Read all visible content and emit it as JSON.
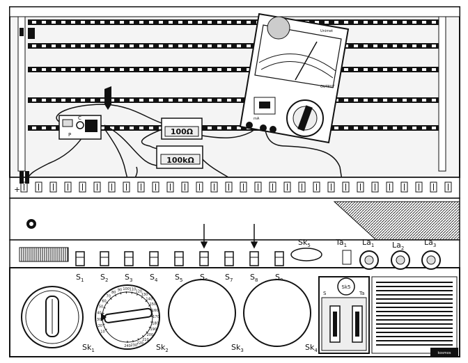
{
  "figure": {
    "resistors": [
      "100Ω",
      "100kΩ"
    ],
    "switches": [
      {
        "main": "S",
        "sub": "1"
      },
      {
        "main": "S",
        "sub": "2"
      },
      {
        "main": "S",
        "sub": "3"
      },
      {
        "main": "S",
        "sub": "4"
      },
      {
        "main": "S",
        "sub": "5"
      },
      {
        "main": "S",
        "sub": "6"
      },
      {
        "main": "S",
        "sub": "7"
      },
      {
        "main": "S",
        "sub": "8"
      },
      {
        "main": "S",
        "sub": "9"
      }
    ],
    "indicator_labels": [
      {
        "main": "Sk",
        "sub": "5"
      },
      {
        "main": "Ta",
        "sub": "1"
      },
      {
        "main": "La",
        "sub": "1"
      },
      {
        "main": "La",
        "sub": "2"
      },
      {
        "main": "La",
        "sub": "3"
      }
    ],
    "knob_labels": [
      {
        "main": "Sk",
        "sub": "1"
      },
      {
        "main": "Sk",
        "sub": "2"
      },
      {
        "main": "Sk",
        "sub": "3"
      },
      {
        "main": "Sk",
        "sub": "4"
      }
    ],
    "socket_panel": {
      "left": "S",
      "center": "Sk5",
      "right": "Ta"
    },
    "meter": {
      "brand": "Unimet",
      "output": "OUTPUT",
      "clamp_mA": "mA"
    },
    "dial_numbers": [
      "10",
      "20",
      "30",
      "40",
      "50",
      "60",
      "70",
      "80",
      "90",
      "100",
      "110",
      "120",
      "130",
      "140",
      "150",
      "160",
      "170",
      "180",
      "190",
      "200",
      "210",
      "220",
      "230",
      "240"
    ],
    "plus_sign": "+",
    "credit": "kosmos"
  }
}
